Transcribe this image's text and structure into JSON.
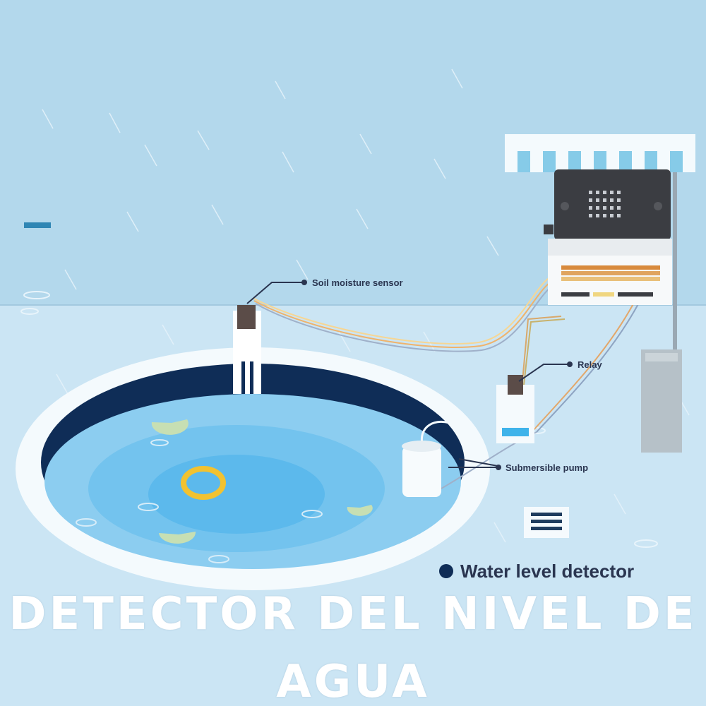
{
  "diagram": {
    "labels": {
      "soil_moisture_sensor": "Soil moisture sensor",
      "relay": "Relay",
      "submersible_pump": "Submersible pump",
      "water_level_detector": "Water level detector"
    },
    "colors": {
      "sky": "#b3d8ec",
      "ground": "#cbe5f4",
      "pool_rim": "#f4fafd",
      "pool_wall": "#0f2d57",
      "water": "#8ccdf0",
      "water_deep": "#5cb9ec",
      "ring": "#f2c230",
      "label_text": "#2a3550"
    }
  },
  "title": {
    "line1": "DETECTOR DEL NIVEL DE",
    "line2": "AGUA"
  }
}
